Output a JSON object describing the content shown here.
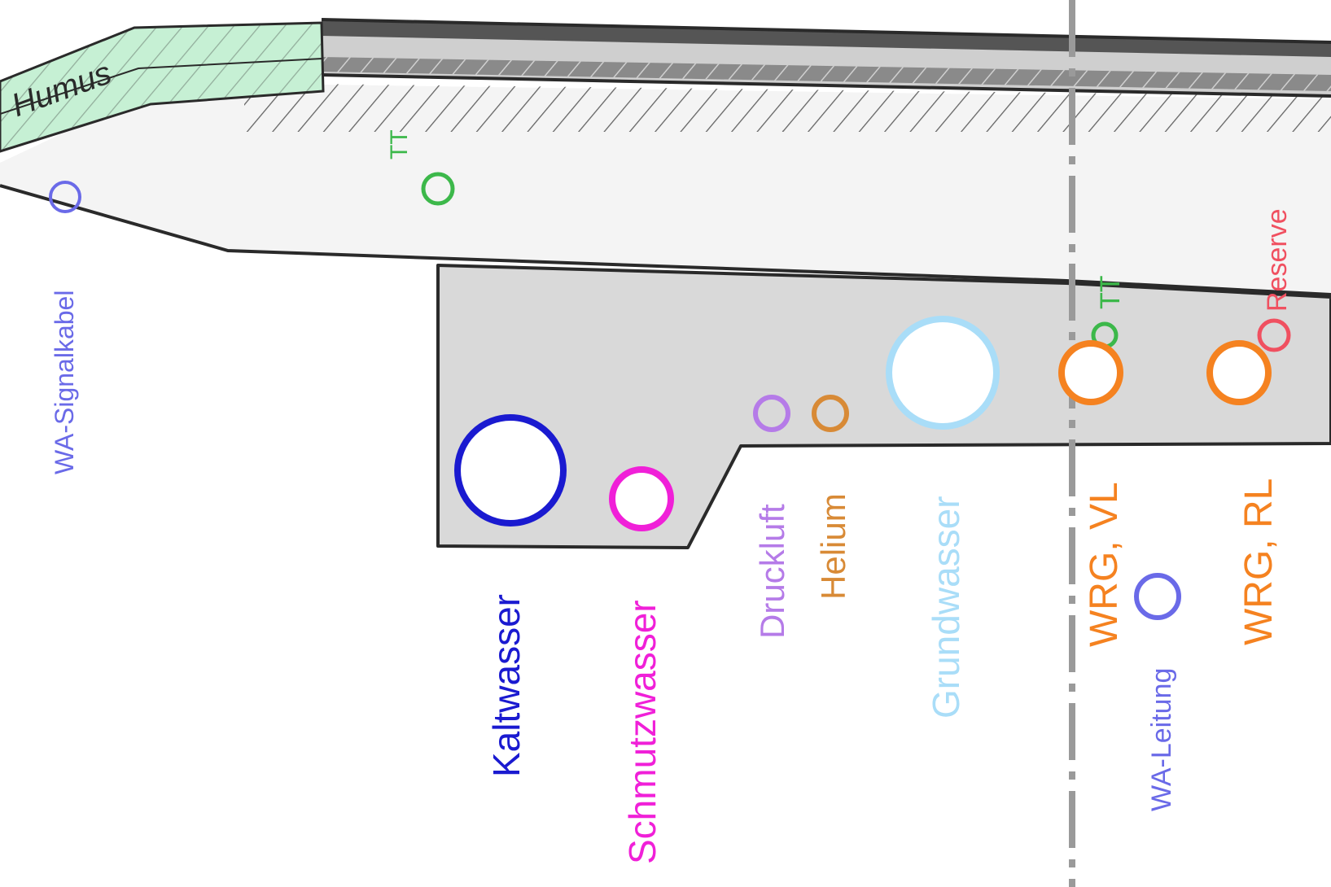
{
  "labels": {
    "humus": "Humus",
    "tt_top": "TT",
    "tt_right": "TT",
    "wa_signalkabel": "WA-Signalkabel",
    "kaltwasser": "Kaltwasser",
    "schmutzwasser": "Schmutzwasser",
    "druckluft": "Druckluft",
    "helium": "Helium",
    "grundwasser": "Grundwasser",
    "wrg_vl": "WRG, VL",
    "wa_leitung": "WA-Leitung",
    "wrg_rl": "WRG, RL",
    "reserve": "Reserve"
  },
  "colors": {
    "outline": "#2a2a2a",
    "humus_fill": "#c6f0d4",
    "soil_fill": "#f4f4f4",
    "trench_fill": "#d9d9d9",
    "road_layer": "#777777",
    "axis_line": "#9a9a9a",
    "tt": "#3cb84a",
    "wa": "#6a6ae8",
    "kaltwasser": "#1a1ad0",
    "schmutzwasser": "#f020d8",
    "druckluft": "#b57be8",
    "helium": "#d88a36",
    "grundwasser": "#a9ddf8",
    "wrg": "#f58220",
    "reserve": "#f05060"
  }
}
